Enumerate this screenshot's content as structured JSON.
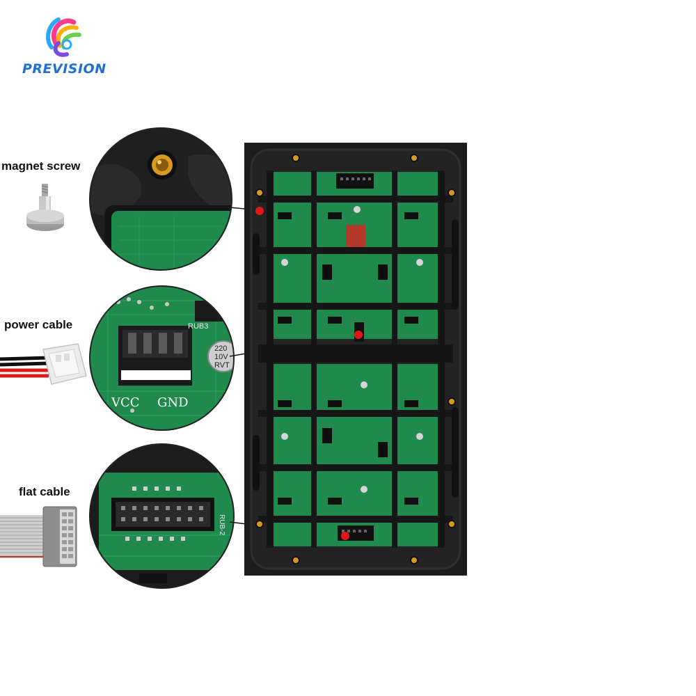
{
  "brand": {
    "name": "PREVISION",
    "logo_icon": "swirl-logo-icon"
  },
  "callouts": [
    {
      "label": "magnet screw"
    },
    {
      "label": "power cable",
      "text": [
        "VCC",
        "GND",
        "RUB3",
        "220",
        "10V",
        "RVT"
      ]
    },
    {
      "label": "flat cable",
      "text": [
        "RUB-2"
      ]
    }
  ],
  "colors": {
    "brand_blue": "#1f6fd6",
    "pcb_green": "#1f8a4c",
    "frame_black": "#1c1c1c",
    "marker_red": "#e01818",
    "screw_brass": "#d79a1c"
  }
}
